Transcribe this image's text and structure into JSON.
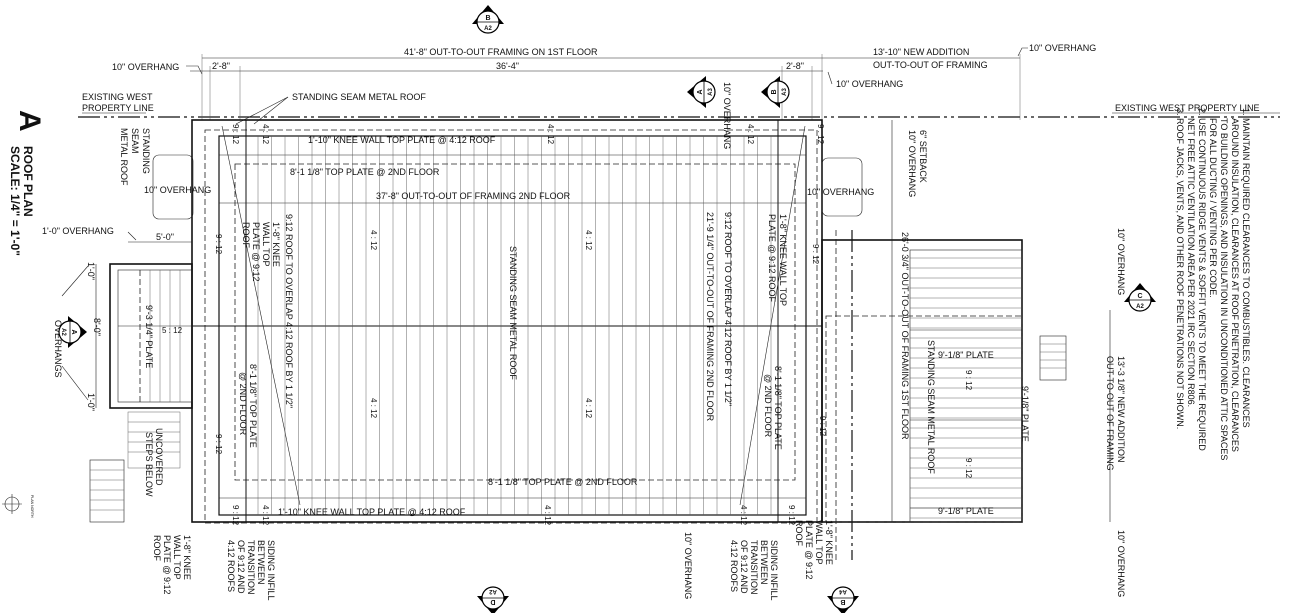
{
  "title": {
    "letter": "A",
    "name": "ROOF PLAN",
    "scale": "SCALE: 1/4\" = 1'-0\"",
    "north_label": "PLAN NORTH"
  },
  "notes": [
    "1. MAINTAIN REQUIRED CLEARANCES TO COMBUSTIBLES. CLEARANCES",
    "AROUND INSULATION, CLEARANCES AT ROOF PENETRATION, CLEARANCES",
    "TO BUILDING OPENINGS, AND INSULATION IN UNCONDITIONED ATTIC SPACES",
    "FOR ALL DUCTING / VENTING PER CODE.",
    "2. USE CONTINUOUS RIDGE VENTS & SOFFIT VENTS TO MEET THE REQUIRED",
    "NET FREE ATTIC VENTILATION AREA PER 2021 IRC SECTION R806.",
    "3. ROOF JACKS, VENTS, AND OTHER ROOF PENETRATIONS NOT SHOWN."
  ],
  "section_tags": [
    {
      "letter": "B",
      "sheet": "A2"
    },
    {
      "letter": "A",
      "sheet": "A3"
    },
    {
      "letter": "B",
      "sheet": "A3"
    },
    {
      "letter": "A",
      "sheet": "A2"
    },
    {
      "letter": "C",
      "sheet": "A2"
    },
    {
      "letter": "D",
      "sheet": "A2"
    },
    {
      "letter": "B",
      "sheet": "A4"
    }
  ],
  "dimensions": {
    "top_1st_floor": "41'-8\"  OUT-TO-OUT FRAMING ON 1ST FLOOR",
    "top_inner": "36'-4\"",
    "left_2_8": "2'-8\"",
    "right_2_8": "2'-8\"",
    "new_addition": "13'-10\"  NEW ADDITION",
    "new_addition_sub": "OUT-TO-OUT OF FRAMING",
    "second_floor": "37'-8\"  OUT-TO-OUT OF FRAMING 2ND FLOOR",
    "depth_2nd": "21'-9 1/4\" OUT-TO-OUT OF FRAMING 2ND FLOOR",
    "depth_1st": "26'-0 3/4\" OUT-TO-OUT OF FRAMING 1ST FLOOR",
    "addition_depth": "13'-3 1/8\" NEW ADDITION",
    "addition_depth_sub": "OUT-TO-OUT OF FRAMING",
    "porch_5_0": "5'-0\"",
    "porch_8_0": "8'-0\"",
    "porch_1_0_top": "1'-0\"",
    "porch_1_0_bot": "1'-0\""
  },
  "labels": {
    "overhang_10_tl": "10\" OVERHANG",
    "overhang_10_tr": "10\" OVERHANG",
    "overhang_10_r2": "10\" OVERHANG",
    "overhang_10_left": "10\" OVERHANG",
    "overhang_10_right": "10\" OVERHANG",
    "overhang_1_0": "1'-0\" OVERHANG",
    "overhangs": "OVERHANGS",
    "existing_west_left_1": "EXISTING WEST",
    "existing_west_left_2": "PROPERTY LINE",
    "existing_west_right": "EXISTING WEST PROPERTY LINE",
    "standing_seam_top": "STANDING SEAM METAL ROOF",
    "standing_seam_left_1": "STANDING",
    "standing_seam_left_2": "SEAM",
    "standing_seam_left_3": "METAL ROOF",
    "standing_seam_center": "STANDING SEAM METAL ROOF",
    "standing_seam_addition": "STANDING SEAM METAL ROOF",
    "knee_wall_top": "1'-10\" KNEE WALL TOP PLATE @ 4:12 ROOF",
    "knee_wall_bottom": "1'-10\" KNEE WALL TOP PLATE @ 4:12 ROOF",
    "top_plate_top": "8'-1 1/8\" TOP PLATE @ 2ND FLOOR",
    "top_plate_bottom": "8'-1 1/8\" TOP PLATE @ 2ND FLOOR",
    "top_plate_left": "8'-1 1/8\" TOP PLATE",
    "top_plate_left_2": "@ 2ND FLOOR",
    "top_plate_right": "8'-1 1/8\" TOP PLATE",
    "top_plate_right_2": "@ 2ND FLOOR",
    "roof_overlap_left": "9:12 ROOF TO OVERLAP 4:12 ROOF BY 1 1/2\"",
    "roof_overlap_right": "9:12 ROOF TO OVERLAP 4:12 ROOF BY 1 1/2\"",
    "knee_left_1": "1'-8\" KNEE",
    "knee_left_2": "WALL TOP",
    "knee_left_3": "PLATE @ 9:12",
    "knee_left_4": "ROOF",
    "knee_right_1": "1'-8\" KNEE WALL TOP",
    "knee_right_2": "PLATE @ 9:12 ROOF",
    "porch_plate": "9'-3 1/4\" PLATE",
    "uncovered_1": "UNCOVERED",
    "uncovered_2": "STEPS BELOW",
    "setback_1": "6\" SETBACK",
    "setback_2": "10\" OVERHANG",
    "plate_addition_top": "9'-1/8\" PLATE",
    "plate_addition_mid": "9'-1/8\" PLATE",
    "plate_addition_bot": "9'-1/8\" PLATE",
    "bl_knee_1": "1'-8\" KNEE",
    "bl_knee_2": "WALL TOP",
    "bl_knee_3": "PLATE @ 9:12",
    "bl_knee_4": "ROOF",
    "siding_1": "SIDING INFILL",
    "siding_2": "BETWEEN",
    "siding_3": "TRANSITION",
    "siding_4": "OF 9:12 AND",
    "siding_5": "4:12 ROOFS",
    "overhang_10_bottom": "10\" OVERHANG",
    "siding_r_1": "SIDING INFILL",
    "siding_r_2": "BETWEEN",
    "siding_r_3": "TRANSITION",
    "siding_r_4": "OF 9:12 AND",
    "siding_r_5": "4:12 ROOFS",
    "br_knee_1": "1'-8\" KNEE",
    "br_knee_2": "WALL TOP",
    "br_knee_3": "PLATE @ 9:12",
    "br_knee_4": "ROOF",
    "overhang_10_br": "10\" OVERHANG"
  },
  "slopes": {
    "s4_12": "4 : 12",
    "s9_12": "9 : 12",
    "s5_12": "5 : 12"
  }
}
